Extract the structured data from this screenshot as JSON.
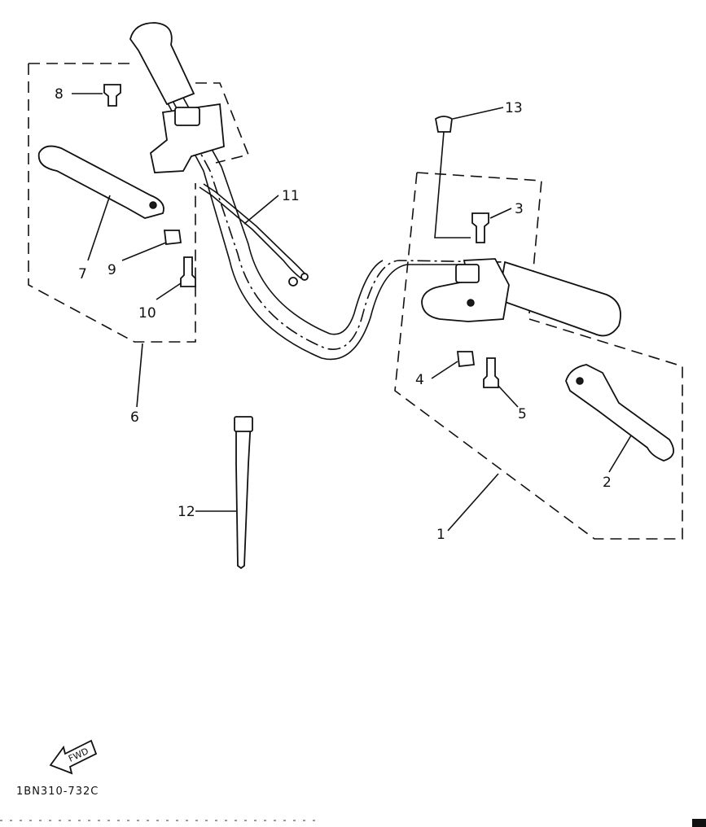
{
  "callouts": [
    {
      "id": "1",
      "label": "1"
    },
    {
      "id": "2",
      "label": "2"
    },
    {
      "id": "3",
      "label": "3"
    },
    {
      "id": "4",
      "label": "4"
    },
    {
      "id": "5",
      "label": "5"
    },
    {
      "id": "6",
      "label": "6"
    },
    {
      "id": "7",
      "label": "7"
    },
    {
      "id": "8",
      "label": "8"
    },
    {
      "id": "9",
      "label": "9"
    },
    {
      "id": "10",
      "label": "10"
    },
    {
      "id": "11",
      "label": "11"
    },
    {
      "id": "12",
      "label": "12"
    },
    {
      "id": "13",
      "label": "13"
    }
  ],
  "fwd_label": "FWD",
  "diagram_code": "1BN310-732C"
}
